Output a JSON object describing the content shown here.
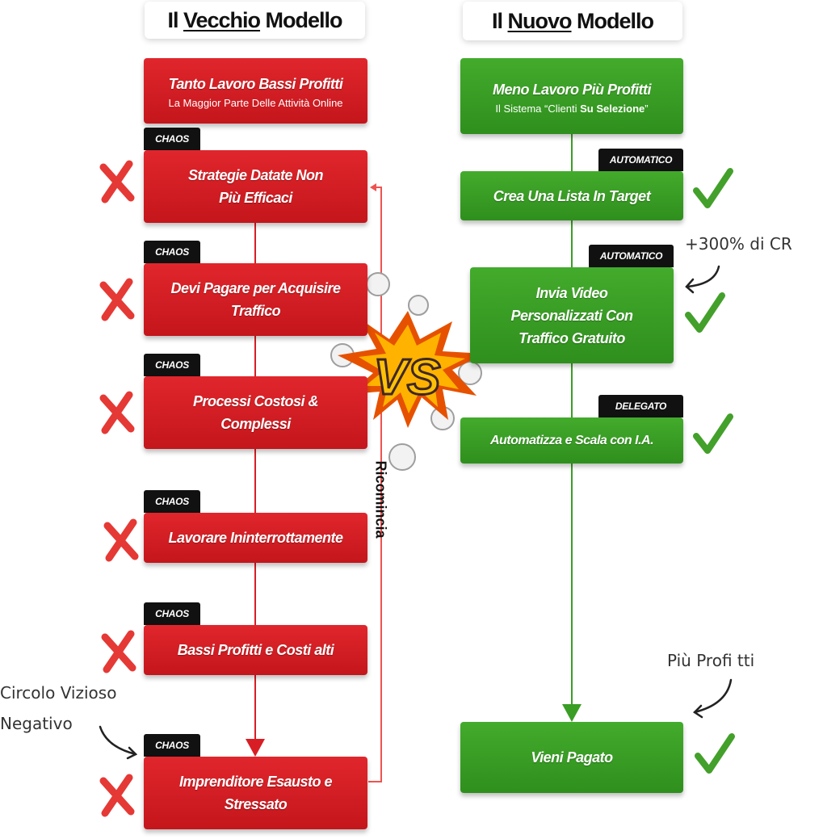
{
  "old": {
    "title_pre": "Il ",
    "title_u": "Vecchio",
    "title_post": " Modello",
    "top_title": "Tanto Lavoro Bassi Profitti",
    "top_sub": "La Maggior Parte Delle Attività Online",
    "tag": "CHAOS",
    "steps": [
      {
        "l1": "Strategie Datate Non",
        "l2": "Più Efficaci"
      },
      {
        "l1": "Devi Pagare per Acquisire",
        "l2": "Traffico"
      },
      {
        "l1": "Processi Costosi &",
        "l2": "Complessi"
      },
      {
        "l1": "Lavorare Ininterrottamente",
        "l2": ""
      },
      {
        "l1": "Bassi Profitti e Costi alti",
        "l2": ""
      },
      {
        "l1": "Imprenditore Esausto e",
        "l2": "Stressato"
      }
    ],
    "loop_label": "Ricomincia",
    "note_l1": "Circolo Vizioso",
    "note_l2": "Negativo"
  },
  "new": {
    "title_pre": "Il ",
    "title_u": "Nuovo",
    "title_post": " Modello",
    "top_title": "Meno Lavoro Più Profitti",
    "top_sub_pre": "Il Sistema “Clienti ",
    "top_sub_bold": "Su Selezione",
    "top_sub_post": "”",
    "steps": [
      {
        "tag": "AUTOMATICO",
        "l1": "Crea Una Lista In Target",
        "l2": "",
        "l3": ""
      },
      {
        "tag": "AUTOMATICO",
        "l1": "Invia Video",
        "l2": "Personalizzati Con",
        "l3": "Traffico Gratuito"
      },
      {
        "tag": "DELEGATO",
        "l1": "Automatizza e Scala con I.A.",
        "l2": "",
        "l3": ""
      }
    ],
    "final": "Vieni Pagato",
    "note_cr": "+300% di CR",
    "note_profit": "Più Profi tti"
  },
  "vs_label": "VS",
  "colors": {
    "red": "#d81e24",
    "green": "#3a9e25",
    "tag": "#111111",
    "arrow_red": "#e53935"
  }
}
